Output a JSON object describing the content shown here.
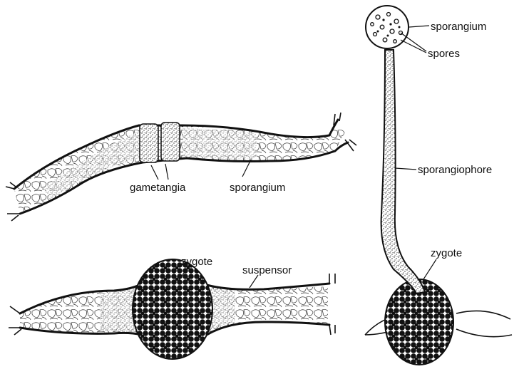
{
  "labels": {
    "top_sporangium": "sporangium",
    "spores": "spores",
    "sporangiophore": "sporangiophore",
    "zygote_right": "zygote",
    "gametangia": "gametangia",
    "sporangium_left": "sporangium",
    "zygote_bottom": "zygote",
    "suspensor": "suspensor"
  },
  "colors": {
    "ink": "#111111",
    "paper": "#ffffff"
  }
}
